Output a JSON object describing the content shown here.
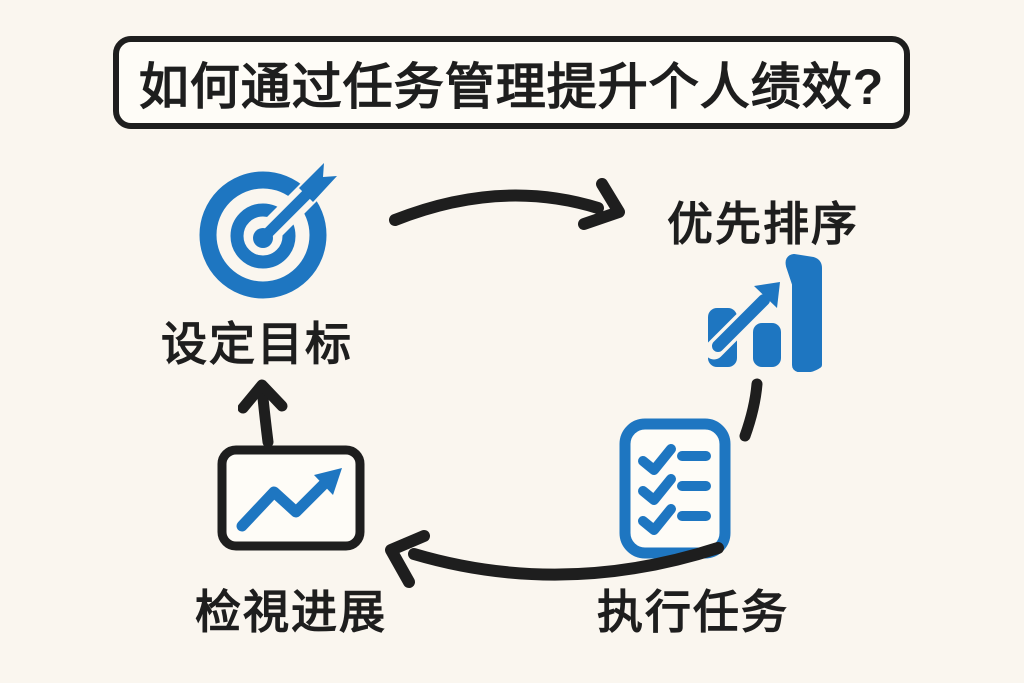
{
  "title": {
    "text": "如何通过任务管理提升个人绩效?"
  },
  "steps": [
    {
      "id": "set-goals",
      "label": "设定目标",
      "icon": "target-dart-icon"
    },
    {
      "id": "prioritize",
      "label": "优先排序",
      "icon": "bar-chart-rising-arrow-icon"
    },
    {
      "id": "execute",
      "label": "执行任务",
      "icon": "checklist-icon"
    },
    {
      "id": "review",
      "label": "检視进展",
      "icon": "line-chart-board-icon"
    }
  ],
  "connectors": [
    {
      "from": "set-goals",
      "to": "prioritize",
      "style": "curved-arrow-right"
    },
    {
      "from": "prioritize",
      "to": "execute",
      "style": "short-curved-stroke"
    },
    {
      "from": "execute",
      "to": "review",
      "style": "curved-arrow-left"
    },
    {
      "from": "review",
      "to": "set-goals",
      "style": "short-arrow-up"
    }
  ],
  "colors": {
    "background": "#FAF6EF",
    "panel": "#FEFCF7",
    "ink": "#1E1E1E",
    "accent_blue": "#1E76C1"
  }
}
